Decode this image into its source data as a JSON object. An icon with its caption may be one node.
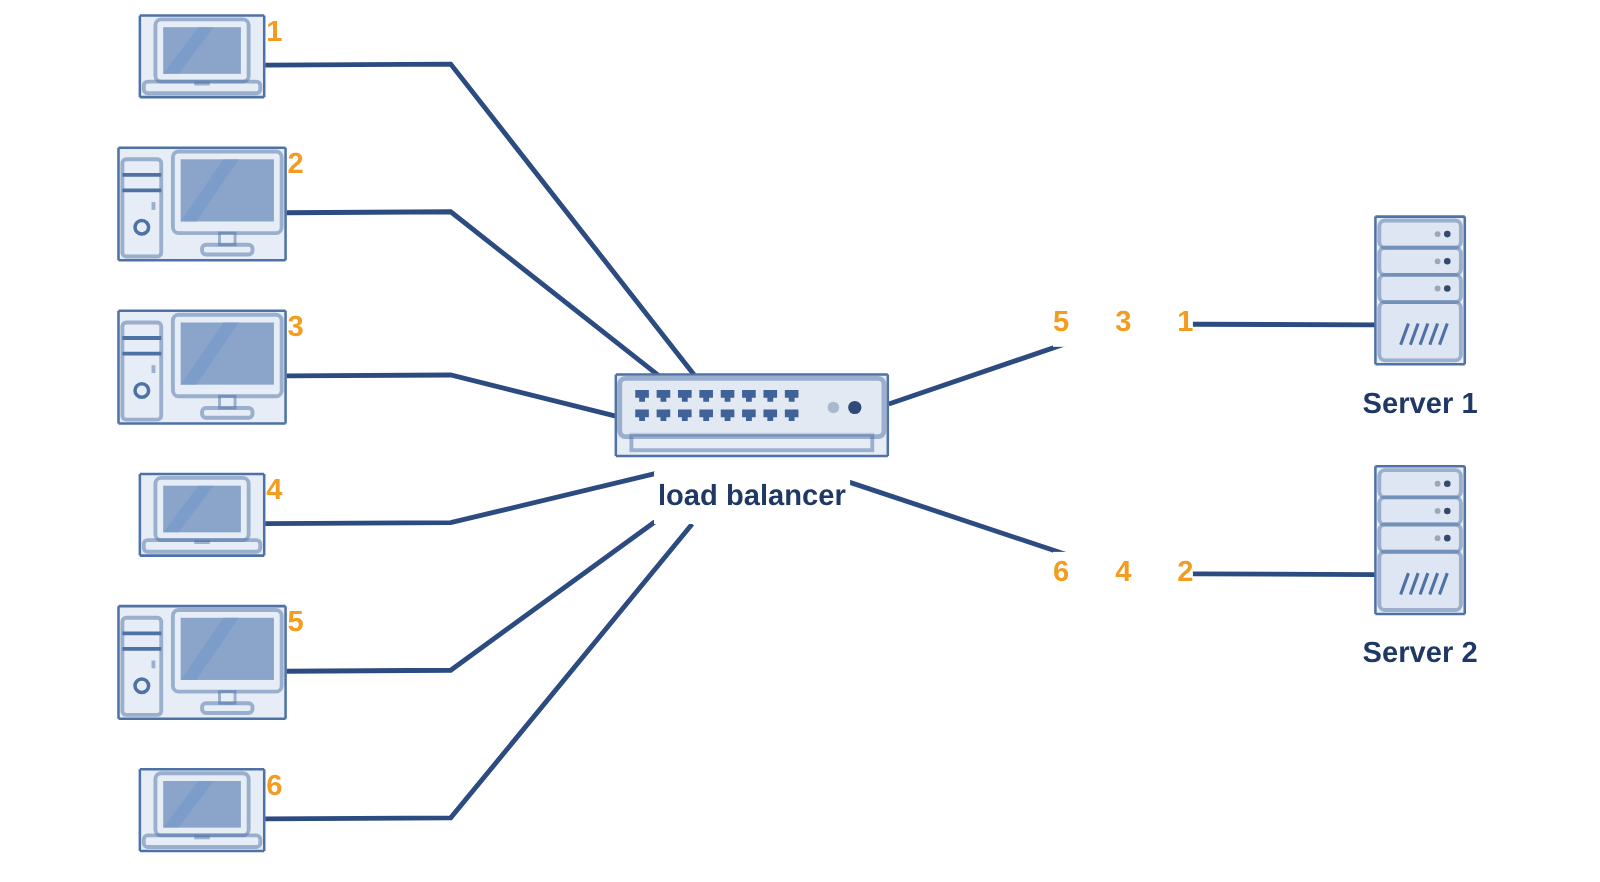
{
  "diagram": {
    "nodes": [
      {
        "text": [],
        "shape": "picture",
        "beside": [
          "1"
        ]
      },
      {
        "text": [],
        "shape": "picture",
        "beside": [
          "2"
        ]
      },
      {
        "text": [],
        "shape": "picture",
        "beside": [
          "3"
        ]
      },
      {
        "text": [],
        "shape": "picture",
        "beside": [
          "4"
        ]
      },
      {
        "text": [],
        "shape": "picture",
        "beside": [
          "5"
        ]
      },
      {
        "text": [],
        "shape": "picture",
        "beside": [
          "6"
        ]
      },
      {
        "text": [
          "load balancer"
        ]
      },
      {
        "text": [
          "Server 1"
        ]
      },
      {
        "text": [
          "Server 2"
        ]
      }
    ],
    "edges": [
      {
        "from": 0,
        "to": 6,
        "arrow": "none"
      },
      {
        "from": 1,
        "to": 6,
        "arrow": "none"
      },
      {
        "from": 2,
        "to": 6,
        "arrow": "none"
      },
      {
        "from": 3,
        "to": 6,
        "arrow": "none"
      },
      {
        "from": 4,
        "to": 6,
        "arrow": "none"
      },
      {
        "from": 5,
        "to": 6,
        "arrow": "none"
      },
      {
        "from": 6,
        "to": 7,
        "arrow": "none",
        "label": "5 3 1"
      },
      {
        "from": 6,
        "to": 8,
        "arrow": "none",
        "label": "6 4 2"
      }
    ]
  }
}
